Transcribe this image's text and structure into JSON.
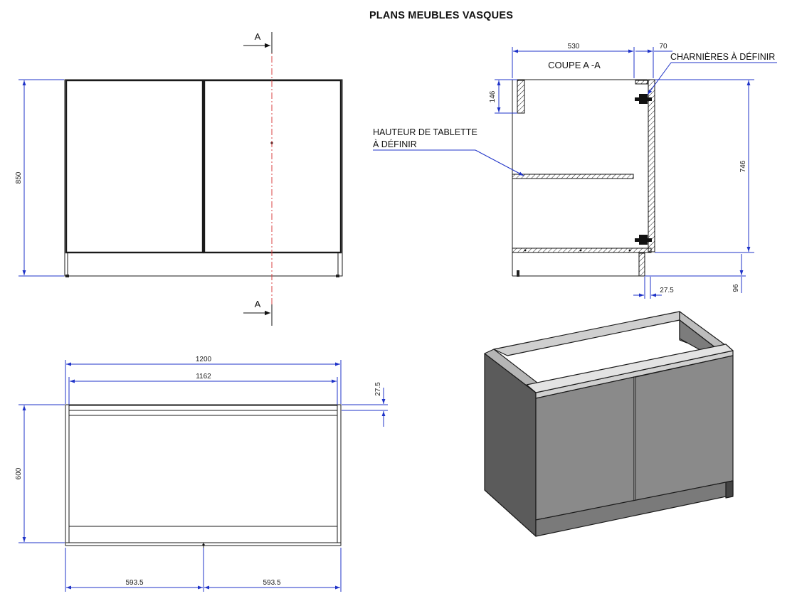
{
  "title": "PLANS MEUBLES VASQUES",
  "front_view": {
    "section_marker": "A",
    "dim_height": "850"
  },
  "section_view": {
    "title": "COUPE A -A",
    "dim_depth": "530",
    "dim_door": "70",
    "dim_top": "146",
    "dim_height": "746",
    "dim_plinth": "96",
    "dim_plinth_recess": "27.5",
    "callout_hinges": "CHARNIÈRES À DÉFINIR",
    "callout_shelf_line1": "HAUTEUR DE TABLETTE",
    "callout_shelf_line2": "À DÉFINIR"
  },
  "top_view": {
    "dim_width": "1200",
    "dim_inner_width": "1162",
    "dim_depth": "600",
    "dim_offset": "27.5",
    "dim_left_door": "593.5",
    "dim_right_door": "593.5"
  },
  "colors": {
    "dimension": "#1f33c8",
    "section_line": "#d84040",
    "hatch": "#1a1a1a",
    "render_front": "#8a8a8a",
    "render_side": "#5a5a5a"
  }
}
